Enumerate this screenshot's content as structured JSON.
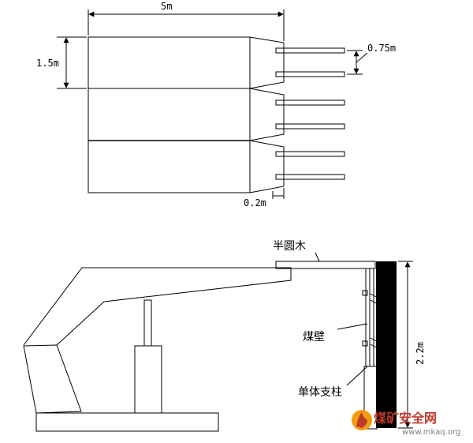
{
  "top_view": {
    "width_label": "5m",
    "height_label": "1.5m",
    "spacing_label": "0.75m",
    "gap_label": "0.2m"
  },
  "side_view": {
    "half_log_label": "半圆木",
    "coal_wall_label": "煤壁",
    "single_prop_label": "单体支柱",
    "height_label": "2.2m"
  },
  "watermark": {
    "cn_text": "煤矿安全网",
    "url": "www.mkaq.org",
    "logo": "flame-logo",
    "color": "#c0392b"
  }
}
